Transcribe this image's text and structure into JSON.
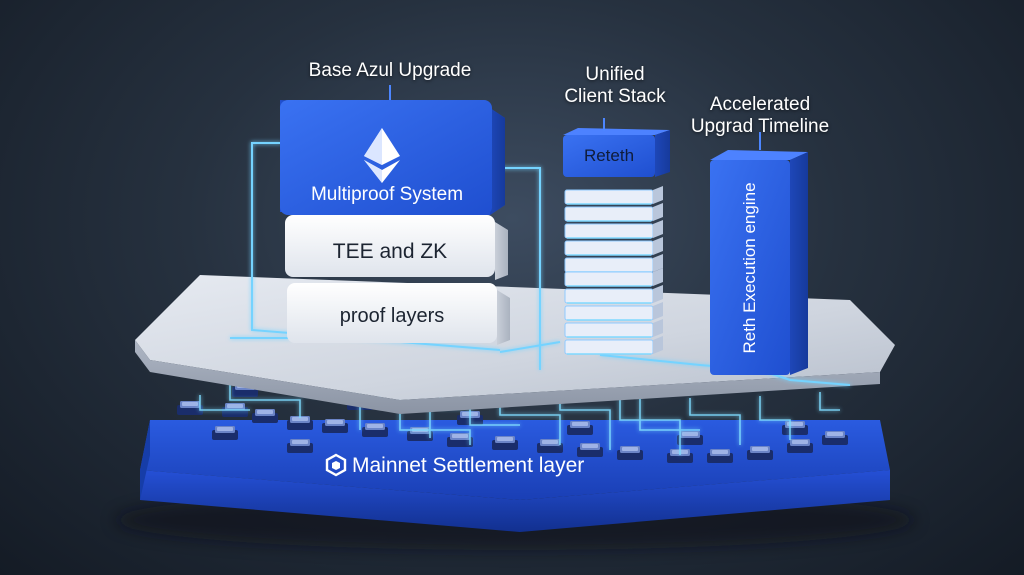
{
  "labels": {
    "base_upgrade": "Base Azul Upgrade",
    "client_stack_line1": "Unified",
    "client_stack_line2": "Client Stack",
    "timeline_line1": "Accelerated",
    "timeline_line2": "Upgrad Timeline"
  },
  "blocks": {
    "multiproof": "Multiproof System",
    "tee_zk": "TEE and ZK",
    "proof_layers": "proof layers",
    "reteth": "Reteth",
    "execution_engine": "Reth Execution engine"
  },
  "base_layer": {
    "label": "Mainnet Settlement layer"
  },
  "colors": {
    "accent_blue": "#2e62e6",
    "glow_cyan": "#6fd6ff",
    "platform_silver": "#d9dee8",
    "base_blue": "#1f48c9"
  },
  "icons": {
    "multiproof_logo": "ethereum-diamond-icon",
    "base_logo": "hexagon-logo-icon"
  }
}
